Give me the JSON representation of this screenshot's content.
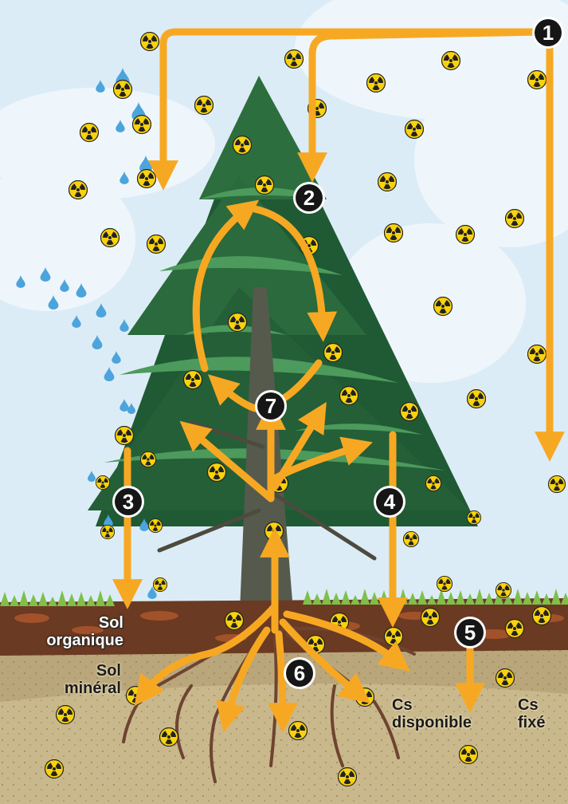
{
  "steps": [
    "1",
    "2",
    "3",
    "4",
    "5",
    "6",
    "7"
  ],
  "labels": {
    "organic_soil": [
      "Sol",
      "organique"
    ],
    "mineral_soil": [
      "Sol",
      "minéral"
    ],
    "cs_available": [
      "Cs",
      "disponible"
    ],
    "cs_fixed": [
      "Cs",
      "fixé"
    ]
  },
  "colors": {
    "sky": "#dcecf6",
    "tree_dark": "#1f5a34",
    "tree_light": "#4c9a5c",
    "trunk": "#555a4c",
    "root": "#6e4430",
    "litter": "#6b3a22",
    "soil": "#b9a67a",
    "grass": "#7fbf4a",
    "arrow": "#f7a823",
    "badge": "#161616",
    "water": "#4ca4dc",
    "radiation_fill": "#f8d20c"
  },
  "icons": [
    "radiation-icon",
    "water-drop-icon",
    "arrow-icon"
  ]
}
